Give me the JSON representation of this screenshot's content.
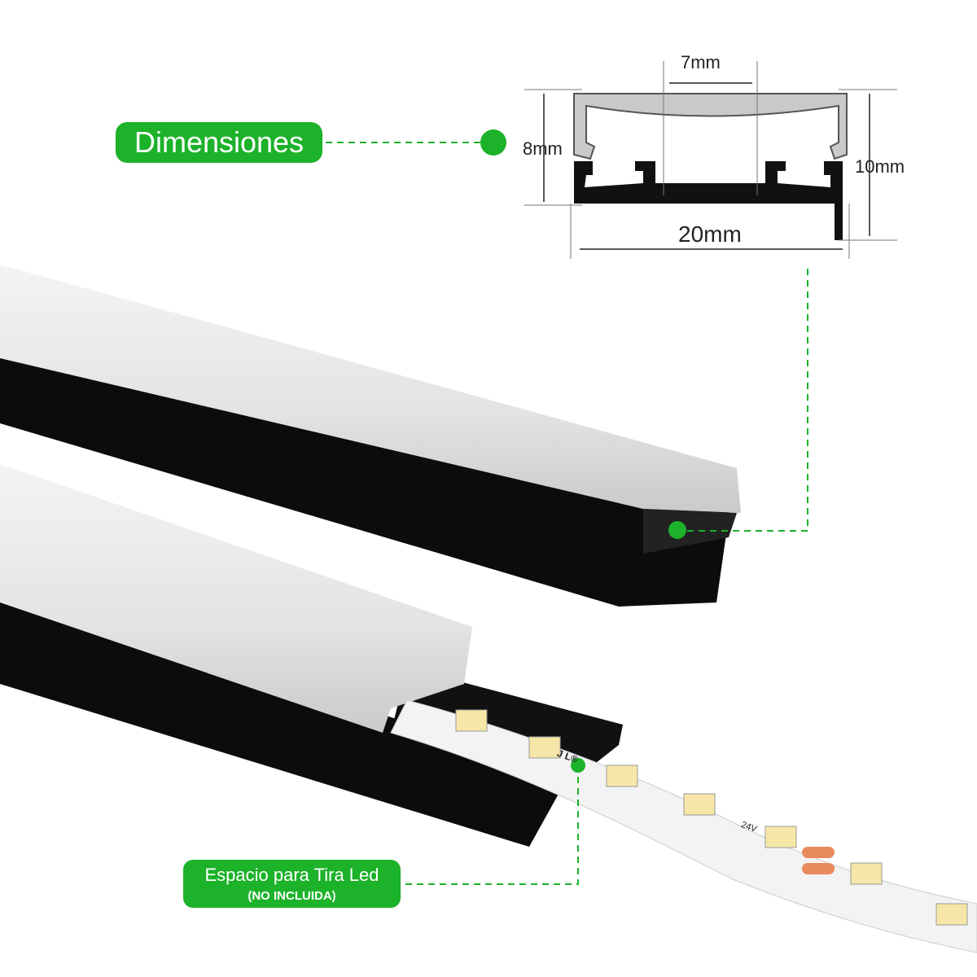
{
  "labels": {
    "dimensions": "Dimensiones",
    "strip_space": "Espacio para Tira Led",
    "not_included": "(NO INCLUIDA)"
  },
  "dimensions": {
    "inner_width": "7mm",
    "height_inner": "8mm",
    "height_total": "10mm",
    "width_total": "20mm"
  },
  "led_strip": {
    "voltage": "24V",
    "brand_mark": "J L®"
  },
  "colors": {
    "accent_green": "#1cb22a",
    "profile_black": "#0d0d0d",
    "diffuser": "#e6e7e8"
  }
}
